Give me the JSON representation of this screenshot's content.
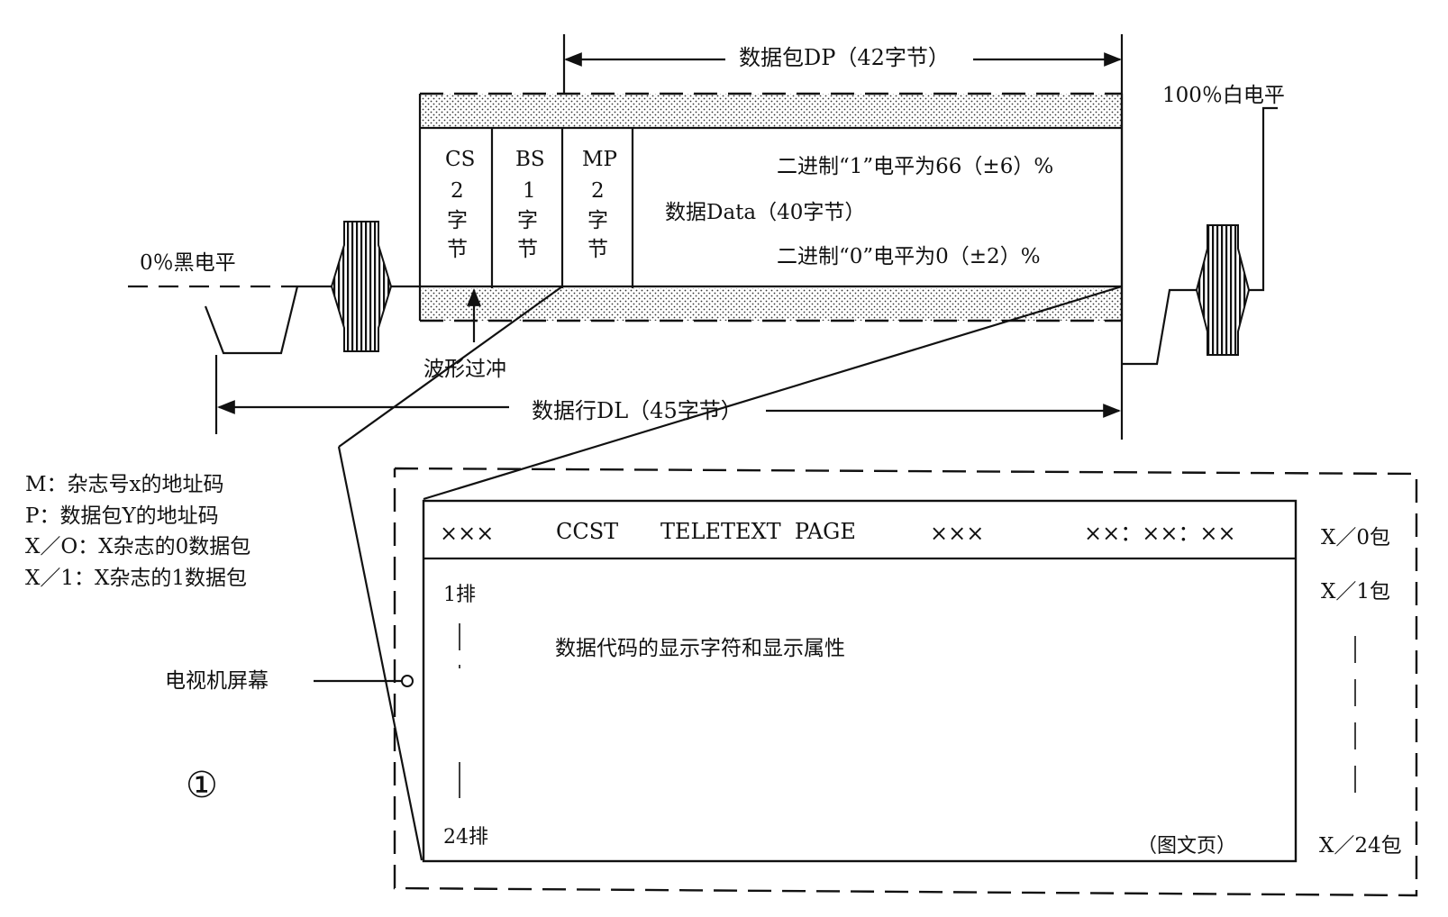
{
  "top": {
    "packet_label": "数据包DP（42字节）",
    "white_level_label": "100％白电平",
    "black_level_label": "0％黑电平",
    "line_label": "数据行DL（45字节）",
    "overshoot_label": "波形过冲"
  },
  "fields": [
    {
      "name": "CS",
      "count": "2",
      "unit1": "字",
      "unit2": "节"
    },
    {
      "name": "BS",
      "count": "1",
      "unit1": "字",
      "unit2": "节"
    },
    {
      "name": "MP",
      "count": "2",
      "unit1": "字",
      "unit2": "节"
    }
  ],
  "data_field": {
    "binary_one": "二进制“1”电平为66（±6）%",
    "data_label": "数据Data（40字节）",
    "binary_zero": "二进制“0”电平为0（±2）%"
  },
  "legend": [
    "M：杂志号x的地址码",
    "P：数据包Y的地址码",
    "X／O：X杂志的0数据包",
    "X／1：X杂志的1数据包"
  ],
  "screen": {
    "tv_label": "电视机屏幕",
    "header_marks_left": "×××",
    "header_ccst": "CCST",
    "header_title": "TELETEXT  PAGE",
    "header_marks_mid": "×××",
    "header_time": "××：××：××",
    "row_first": "1排",
    "row_last": "24排",
    "content": "数据代码的显示字符和显示属性",
    "page_type": "（图文页）"
  },
  "packets": {
    "p0": "X／0包",
    "p1": "X／1包",
    "p24": "X／24包"
  },
  "figure_number": "①"
}
